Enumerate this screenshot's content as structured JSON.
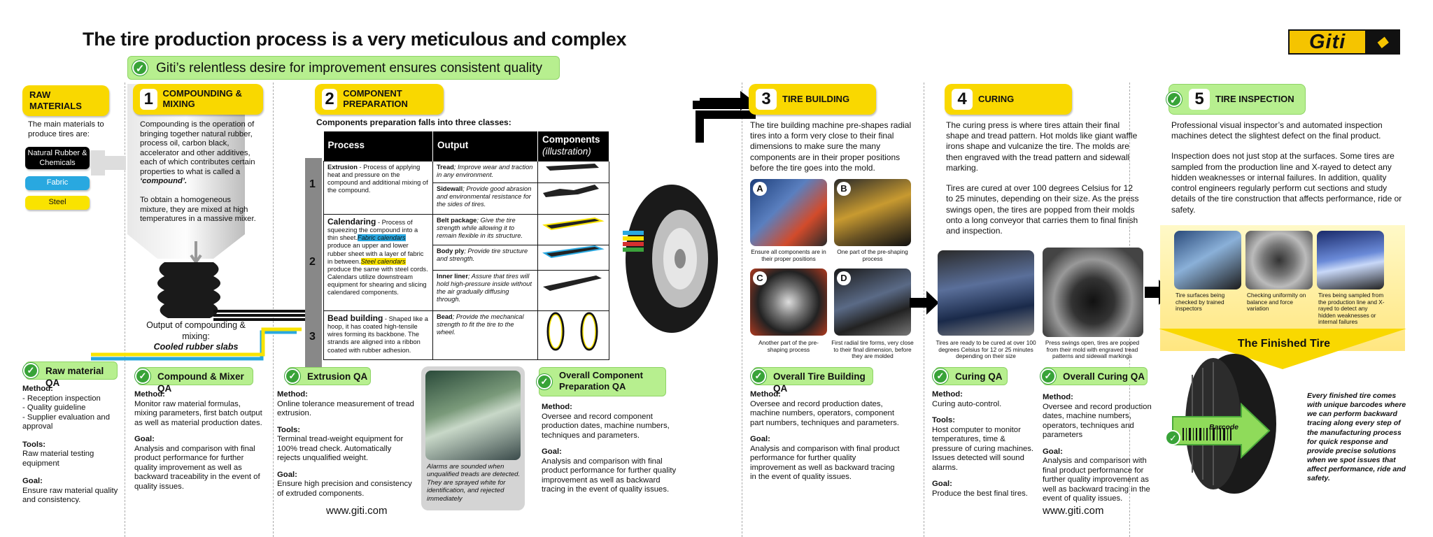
{
  "title": "The tire production process is a very meticulous and complex",
  "subtitle": "Giti’s relentless desire for improvement ensures consistent quality",
  "logo": "Giti",
  "raw": {
    "label": "RAW MATERIALS",
    "intro": "The main materials to produce tires are:",
    "items": [
      "Natural Rubber & Chemicals",
      "Fabric",
      "Steel"
    ]
  },
  "s1": {
    "num": "1",
    "label": "COMPOUNDING & MIXING",
    "p1": "Compounding is the operation of bringing together natural rubber, process oil, carbon black, accelerator and other additives, each of which contributes certain properties to what is called a",
    "p1b": "‘compound’.",
    "p2": "To obtain a homogeneous mixture, they are mixed at high temperatures in a massive mixer.",
    "out1": "Output of compounding & mixing:",
    "out2": "Cooled rubber slabs"
  },
  "s2": {
    "num": "2",
    "label": "COMPONENT PREPARATION",
    "intro": "Components preparation falls into three classes:",
    "h1": "Process",
    "h2": "Output",
    "h3": "Components",
    "h3b": "(illustration)",
    "r1": {
      "n": "1",
      "pb": "Extrusion",
      "p": " - Process of applying heat and pressure on the compound and additional mixing of the compound.",
      "o1b": "Tread",
      "o1": "; Improve wear and traction in any environment.",
      "o2b": "Sidewall",
      "o2": "; Provide good abrasion and environmental resistance for the sides of tires."
    },
    "r2": {
      "n": "2",
      "pb": "Calendaring",
      "p1": " - Process of squeezing the compound into a thin sheet.",
      "hl1": "Fabric calendars",
      "p2": " produce an upper and lower rubber sheet with a layer of fabric in between.",
      "hl2": "Steel calendars",
      "p3": " produce the same with steel cords. Calendars utilize downstream equipment for shearing and slicing calendared components.",
      "o1b": "Belt package",
      "o1": "; Give the tire strength while allowing it to remain flexible in its structure.",
      "o2b": "Body ply",
      "o2": "; Provide tire structure and strength.",
      "o3b": "Inner liner",
      "o3": "; Assure that tires will hold high-pressure inside without the air gradually diffusing through."
    },
    "r3": {
      "n": "3",
      "pb": "Bead building",
      "p": " - Shaped like a hoop, it has coated high-tensile wires forming its backbone. The strands are aligned into a ribbon coated with rubber adhesion.",
      "o1b": "Bead",
      "o1": "; Provide the mechanical strength to fit the tire to the wheel."
    }
  },
  "s3": {
    "num": "3",
    "label": "TIRE BUILDING",
    "p": "The tire building machine pre-shapes radial tires into a form very close to their final dimensions to make sure the many components are in their proper positions before the tire goes into the mold.",
    "a": "A",
    "b": "B",
    "c": "C",
    "d": "D",
    "capA": "Ensure all components are in their proper positions",
    "capB": "One part of the pre-shaping process",
    "capC": "Another part of the pre-shaping process",
    "capD": "First radial tire forms, very close to their final dimension, before they are molded"
  },
  "s4": {
    "num": "4",
    "label": "CURING",
    "p1": "The curing press is where tires attain their final shape and tread pattern. Hot molds like giant waffle irons shape and vulcanize the tire. The molds are then engraved with the tread pattern and sidewall marking.",
    "p2": "Tires are cured at over 100 degrees Celsius for 12 to 25 minutes, depending on their size. As the press swings open, the tires are popped from their molds onto a long conveyor that carries them to final finish and inspection.",
    "cap1": "Tires are ready to be cured at over 100 degrees Celsius for 12 or 25 minutes depending on their size",
    "cap2": "Press swings open, tires are popped from their mold with engraved tread patterns and sidewall markings"
  },
  "s5": {
    "num": "5",
    "label": "TIRE INSPECTION",
    "p1": "Professional visual inspector’s and automated inspection machines detect the slightest defect on the final product.",
    "p2": "Inspection does not just stop at the surfaces. Some tires are sampled from the production line and X-rayed to detect any hidden weaknesses or internal failures. In addition, quality control engineers regularly perform cut sections and study details of the tire construction that affects performance, ride or safety.",
    "cap1": "Tire surfaces being checked by trained inspectors",
    "cap2": "Checking uniformity on balance and force variation",
    "cap3": "Tires being sampled from the production line and X-rayed to detect any hidden weaknesses or internal failures",
    "finished": "The Finished Tire",
    "barcode": "Barcode",
    "final": "Every finished tire comes with unique barcodes where we can perform backward tracing along every step of the manufacturing process for quick response and provide precise solutions when we spot issues that affect performance, ride and safety."
  },
  "qa": {
    "raw": {
      "title": "Raw material QA",
      "mh": "Method:",
      "m": [
        "- Reception inspection",
        "- Quality guideline",
        "- Supplier evaluation and approval"
      ],
      "th": "Tools:",
      "t": "Raw material testing equipment",
      "gh": "Goal:",
      "g": "Ensure raw material quality and consistency."
    },
    "mix": {
      "title": "Compound & Mixer QA",
      "mh": "Method:",
      "m": "Monitor raw material formulas, mixing parameters, first batch output as well as material production dates.",
      "gh": "Goal:",
      "g": "Analysis and comparison with final product performance for further quality improvement as well as backward traceability in the event of quality issues."
    },
    "ext": {
      "title": "Extrusion QA",
      "mh": "Method:",
      "m": "Online tolerance measurement of tread extrusion.",
      "th": "Tools:",
      "t": "Terminal tread-weight equipment for 100% tread check. Automatically rejects unqualified weight.",
      "gh": "Goal:",
      "g": "Ensure high precision and consistency of extruded components.",
      "alarm": "Alarms are sounded when unqualified treads are detected. They are sprayed white for identification, and rejected immediately"
    },
    "comp": {
      "title": "Overall Component Preparation QA",
      "mh": "Method:",
      "m": "Oversee and record component production dates, machine numbers, techniques and parameters.",
      "gh": "Goal:",
      "g": "Analysis and comparison with final product performance for further quality improvement as well as backward tracing in the event of quality issues."
    },
    "build": {
      "title": "Overall Tire Building QA",
      "mh": "Method:",
      "m": "Oversee and record production dates, machine numbers, operators, component part numbers, techniques and parameters.",
      "gh": "Goal:",
      "g": "Analysis and comparison with final product performance for further quality improvement as well as backward tracing in the event of quality issues."
    },
    "cur": {
      "title": "Curing QA",
      "mh": "Method:",
      "m": "Curing auto-control.",
      "th": "Tools:",
      "t": "Host computer to monitor temperatures, time & pressure of curing machines. Issues detected will sound alarms.",
      "gh": "Goal:",
      "g": "Produce the best final tires."
    },
    "ocur": {
      "title": "Overall Curing QA",
      "mh": "Method:",
      "m": "Oversee and record production dates, machine numbers, operators, techniques and parameters",
      "gh": "Goal:",
      "g": "Analysis and comparison with final product performance for further quality improvement as well as backward tracing in the event of quality issues."
    }
  },
  "url": "www.giti.com",
  "colors": {
    "yellow": "#f9d800",
    "green": "#b7ef8f",
    "blue": "#29a8e0",
    "check": "#38a338"
  }
}
